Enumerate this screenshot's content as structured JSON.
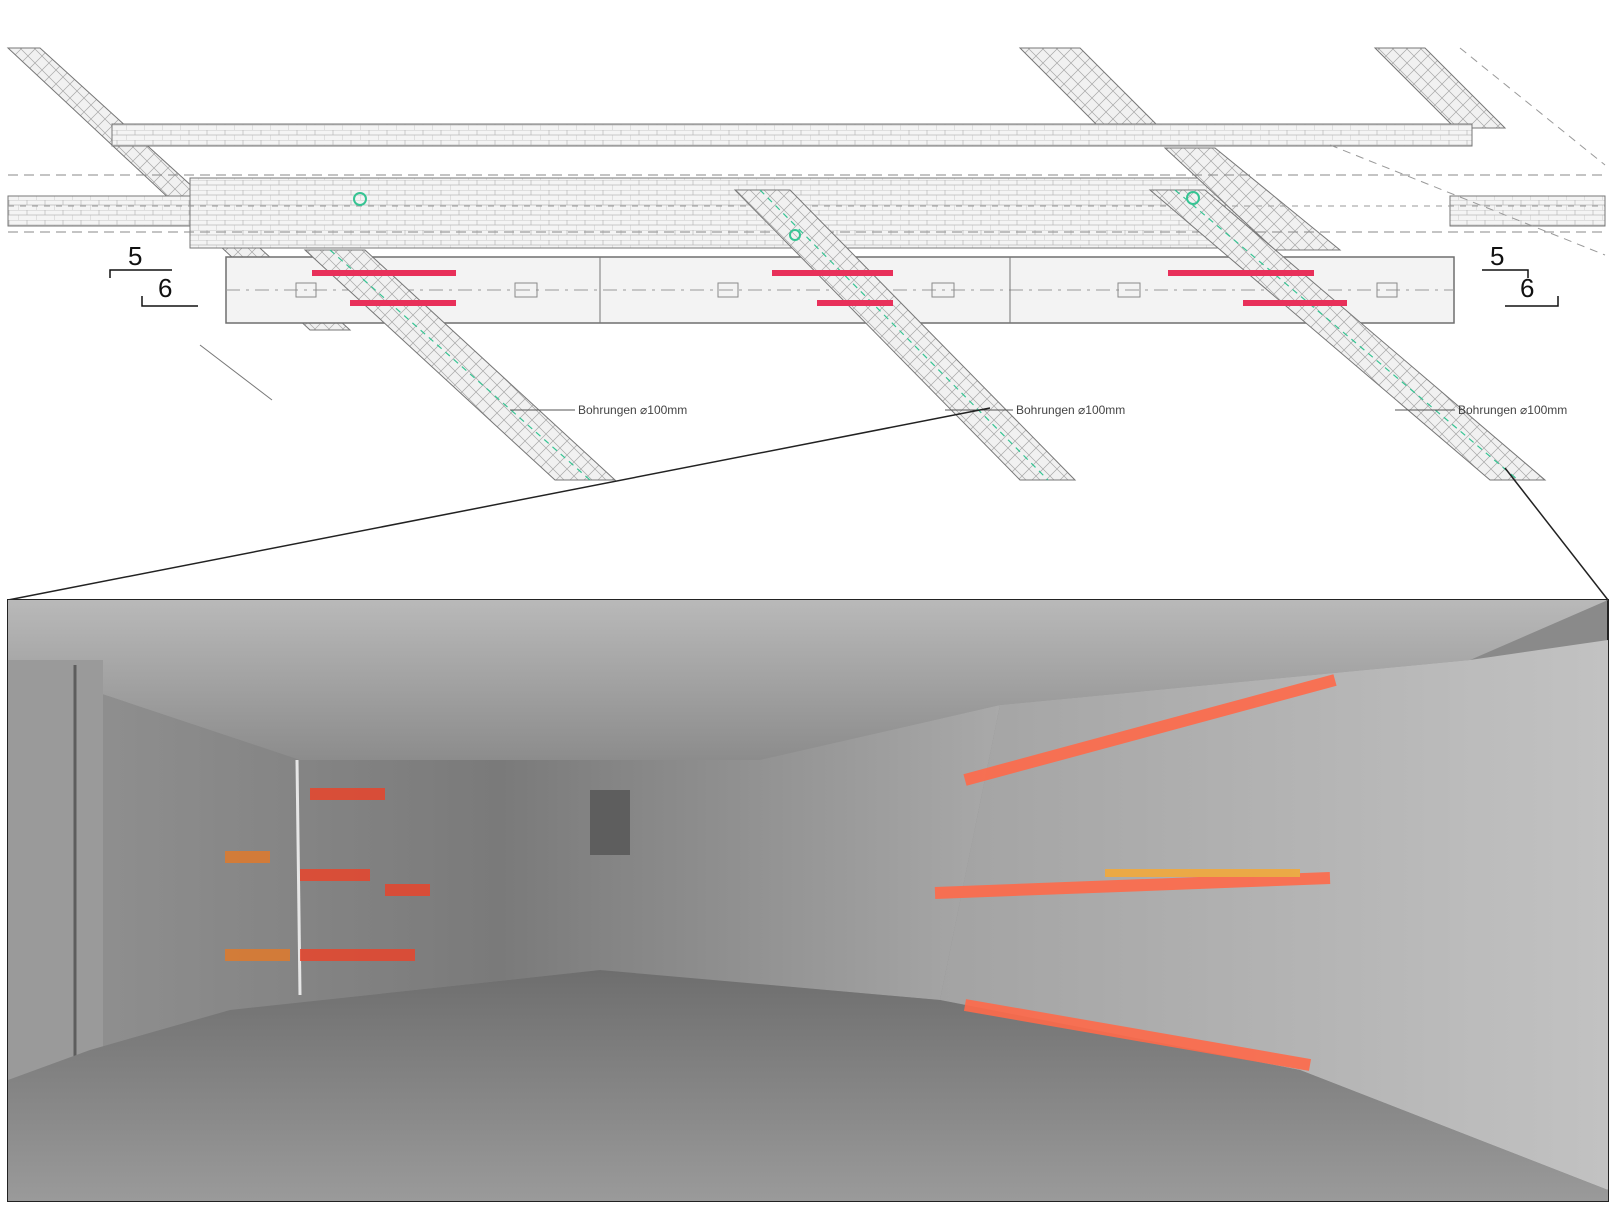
{
  "drawing": {
    "section_marks": {
      "left_upper": "5",
      "left_lower": "6",
      "right_upper": "5",
      "right_lower": "6"
    },
    "callouts": [
      "Bohrungen ⌀100mm",
      "Bohrungen ⌀100mm",
      "Bohrungen ⌀100mm"
    ]
  },
  "photo": {
    "red_marker_color": "#e8452c",
    "orange_marker_color": "#e07a2c"
  },
  "colors": {
    "hatch": "#9a9a9a",
    "outline": "#6f6f6f",
    "drill_red": "#e8305a",
    "drill_green": "#36c493"
  }
}
